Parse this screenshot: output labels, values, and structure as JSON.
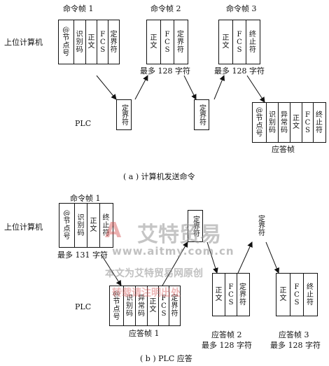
{
  "part_a": {
    "caption": "( a ) 计算机发送命令",
    "host_label": "上位计算机",
    "plc_label": "PLC",
    "cmd1_title": "命令帧 1",
    "cmd2_title": "命令帧 2",
    "cmd3_title": "命令帧 3",
    "cmd1_cells": [
      "@节点号",
      "识别码",
      "正文",
      "FCS",
      "定界符"
    ],
    "cmd2_cells": [
      "正文",
      "FCS",
      "定界符"
    ],
    "cmd3_cells": [
      "正文",
      "FCS",
      "终止符"
    ],
    "cmd2_note": "最多 128 字符",
    "cmd3_note": "最多 128 字符",
    "plc_delim1": "定界符",
    "plc_delim2": "定界符",
    "resp_cells": [
      "@节点号",
      "识别码",
      "异常码",
      "正文",
      "FCS",
      "终止符"
    ],
    "resp_title": "应答帧"
  },
  "part_b": {
    "caption": "( b ) PLC 应答",
    "host_label": "上位计算机",
    "plc_label": "PLC",
    "cmd1_title": "命令帧 1",
    "cmd1_cells": [
      "@节点号",
      "识别码",
      "正文",
      "终止符"
    ],
    "cmd1_note": "最多 131 字符",
    "host_delim1": "定界符",
    "host_delim2": "定界符",
    "resp1_cells": [
      "@节点号",
      "识别码",
      "异常码",
      "正文",
      "FCS",
      "定界符"
    ],
    "resp1_title": "应答帧 1",
    "resp2_cells": [
      "正文",
      "FCS",
      "定界符"
    ],
    "resp2_title": "应答帧 2",
    "resp2_note": "最多 128 字符",
    "resp3_cells": [
      "正文",
      "FCS",
      "终止符"
    ],
    "resp3_title": "应答帧 3",
    "resp3_note": "最多 128 字符"
  },
  "watermark": {
    "brand": "艾特贸易",
    "url": "www.aitmy.com.cn",
    "line1": "本文为艾特贸易网原创",
    "line2": "转载请注明出处"
  }
}
